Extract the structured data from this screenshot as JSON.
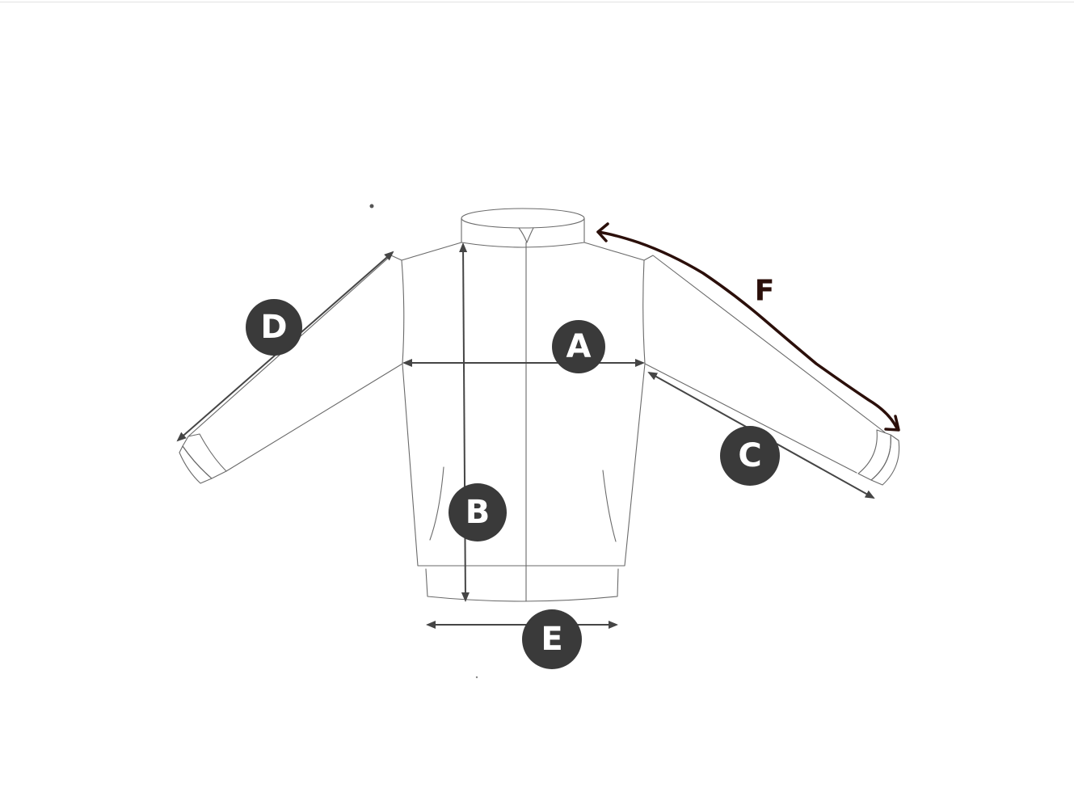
{
  "diagram": {
    "subject": "jacket-size-chart",
    "labels": {
      "a": "A",
      "b": "B",
      "c": "C",
      "d": "D",
      "e": "E",
      "f": "F"
    },
    "colors": {
      "badge_fill": "#3a3a3a",
      "badge_text": "#ffffff",
      "outline": "#6a6a6a",
      "arrow": "#454545",
      "f_curve": "#2b0f0a"
    }
  }
}
